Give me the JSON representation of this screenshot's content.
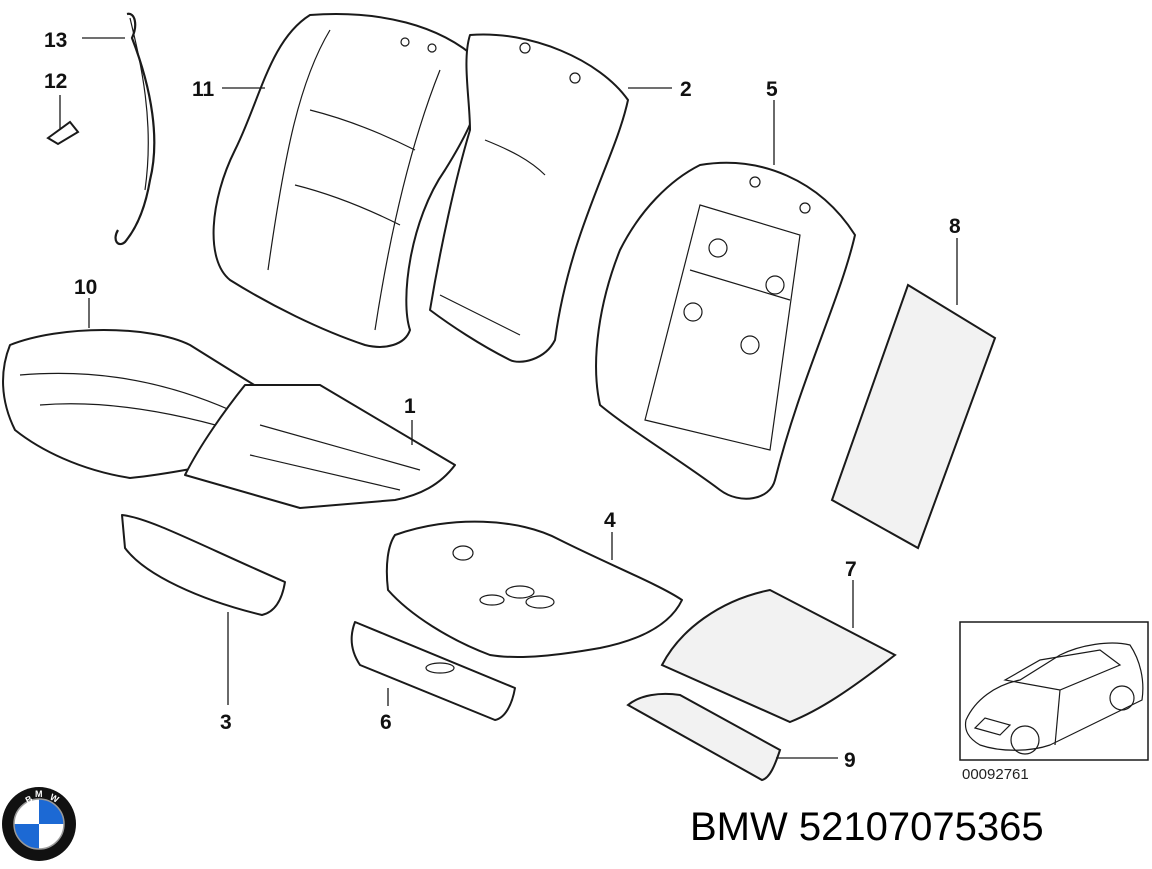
{
  "diagram": {
    "callouts": [
      "1",
      "2",
      "3",
      "4",
      "5",
      "6",
      "7",
      "8",
      "9",
      "10",
      "11",
      "12",
      "13"
    ],
    "reference_number": "00092761"
  },
  "brand": {
    "logo_letters": "BMW",
    "logo_colors": {
      "blue": "#1c69d4",
      "white": "#ffffff",
      "ring": "#111111"
    }
  },
  "caption": {
    "text": "BMW 52107075365"
  }
}
